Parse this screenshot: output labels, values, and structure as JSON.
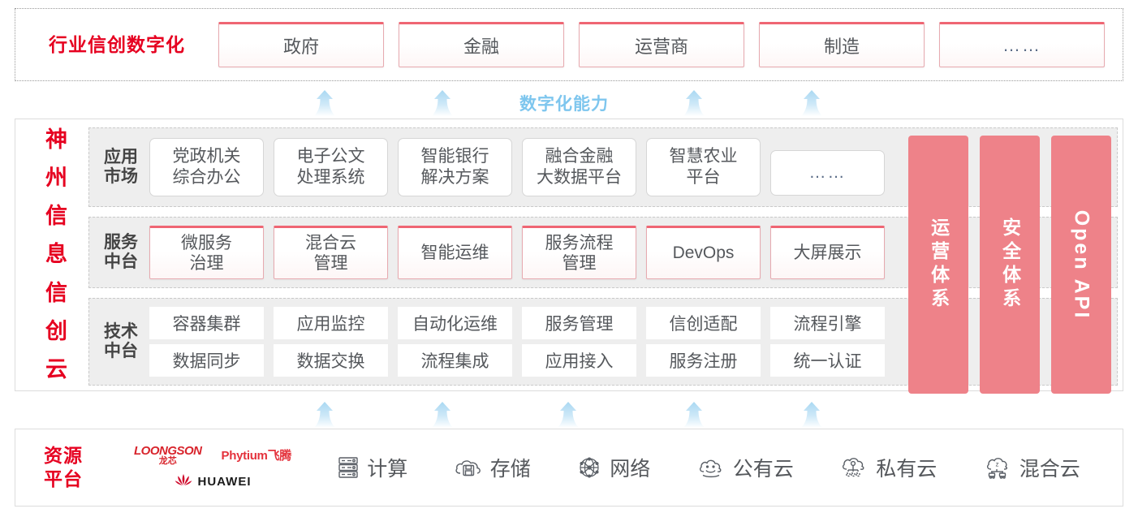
{
  "industry": {
    "title": "行业信创数字化",
    "cards": [
      {
        "label": "政府",
        "name": "industry-card-government"
      },
      {
        "label": "金融",
        "name": "industry-card-finance"
      },
      {
        "label": "运营商",
        "name": "industry-card-carrier"
      },
      {
        "label": "制造",
        "name": "industry-card-manufacturing"
      },
      {
        "label": "……",
        "name": "industry-card-more"
      }
    ]
  },
  "capability": {
    "label": "数字化能力",
    "color": "#7ec6ee",
    "arrow_positions_top": [
      400,
      545,
      855,
      1000
    ],
    "arrow_positions_bottom": [
      400,
      545,
      700,
      855,
      1000
    ]
  },
  "cloud": {
    "title_chars": [
      "神",
      "州",
      "信",
      "息",
      "信",
      "创",
      "云"
    ],
    "app_row": {
      "label": "应用\n市场",
      "label_line1": "应用",
      "label_line2": "市场",
      "cards": [
        {
          "line1": "党政机关",
          "line2": "综合办公"
        },
        {
          "line1": "电子公文",
          "line2": "处理系统"
        },
        {
          "line1": "智能银行",
          "line2": "解决方案"
        },
        {
          "line1": "融合金融",
          "line2": "大数据平台"
        },
        {
          "line1": "智慧农业",
          "line2": "平台"
        },
        {
          "line1": "……",
          "line2": ""
        }
      ]
    },
    "service_row": {
      "label_line1": "服务",
      "label_line2": "中台",
      "cards": [
        {
          "line1": "微服务",
          "line2": "治理"
        },
        {
          "line1": "混合云",
          "line2": "管理"
        },
        {
          "line1": "智能运维",
          "line2": ""
        },
        {
          "line1": "服务流程",
          "line2": "管理"
        },
        {
          "line1": "DevOps",
          "line2": ""
        },
        {
          "line1": "大屏展示",
          "line2": ""
        }
      ]
    },
    "tech_row": {
      "label_line1": "技术",
      "label_line2": "中台",
      "line1": [
        "容器集群",
        "应用监控",
        "自动化运维",
        "服务管理",
        "信创适配",
        "流程引擎"
      ],
      "line2": [
        "数据同步",
        "数据交换",
        "流程集成",
        "应用接入",
        "服务注册",
        "统一认证"
      ]
    },
    "vertical_panels": [
      {
        "label": "运营体系",
        "type": "cn",
        "name": "panel-operations-system"
      },
      {
        "label": "安全体系",
        "type": "cn",
        "name": "panel-security-system"
      },
      {
        "label": "Open API",
        "type": "en",
        "name": "panel-open-api"
      }
    ],
    "panel_color": "#ee8289"
  },
  "resource": {
    "title_line1": "资源",
    "title_line2": "平台",
    "logos": [
      {
        "name": "loongson-logo",
        "top": "LOONGSON",
        "bottom": "龙芯"
      },
      {
        "name": "phytium-logo",
        "text": "Phytium飞腾"
      },
      {
        "name": "huawei-logo",
        "text": "HUAWEI"
      }
    ],
    "items": [
      {
        "label": "计算",
        "icon": "server-rack-icon"
      },
      {
        "label": "存储",
        "icon": "cloud-storage-icon"
      },
      {
        "label": "网络",
        "icon": "network-mesh-icon"
      },
      {
        "label": "公有云",
        "icon": "public-cloud-icon"
      },
      {
        "label": "私有云",
        "icon": "private-cloud-icon"
      },
      {
        "label": "混合云",
        "icon": "hybrid-cloud-icon"
      }
    ]
  },
  "colors": {
    "red": "#e60020",
    "pink_panel": "#ee8289",
    "card_top_border": "#ef6673",
    "arrow_blue": "#bfe2f6",
    "band_gray": "#eeeeee",
    "text_gray": "#55585c"
  }
}
